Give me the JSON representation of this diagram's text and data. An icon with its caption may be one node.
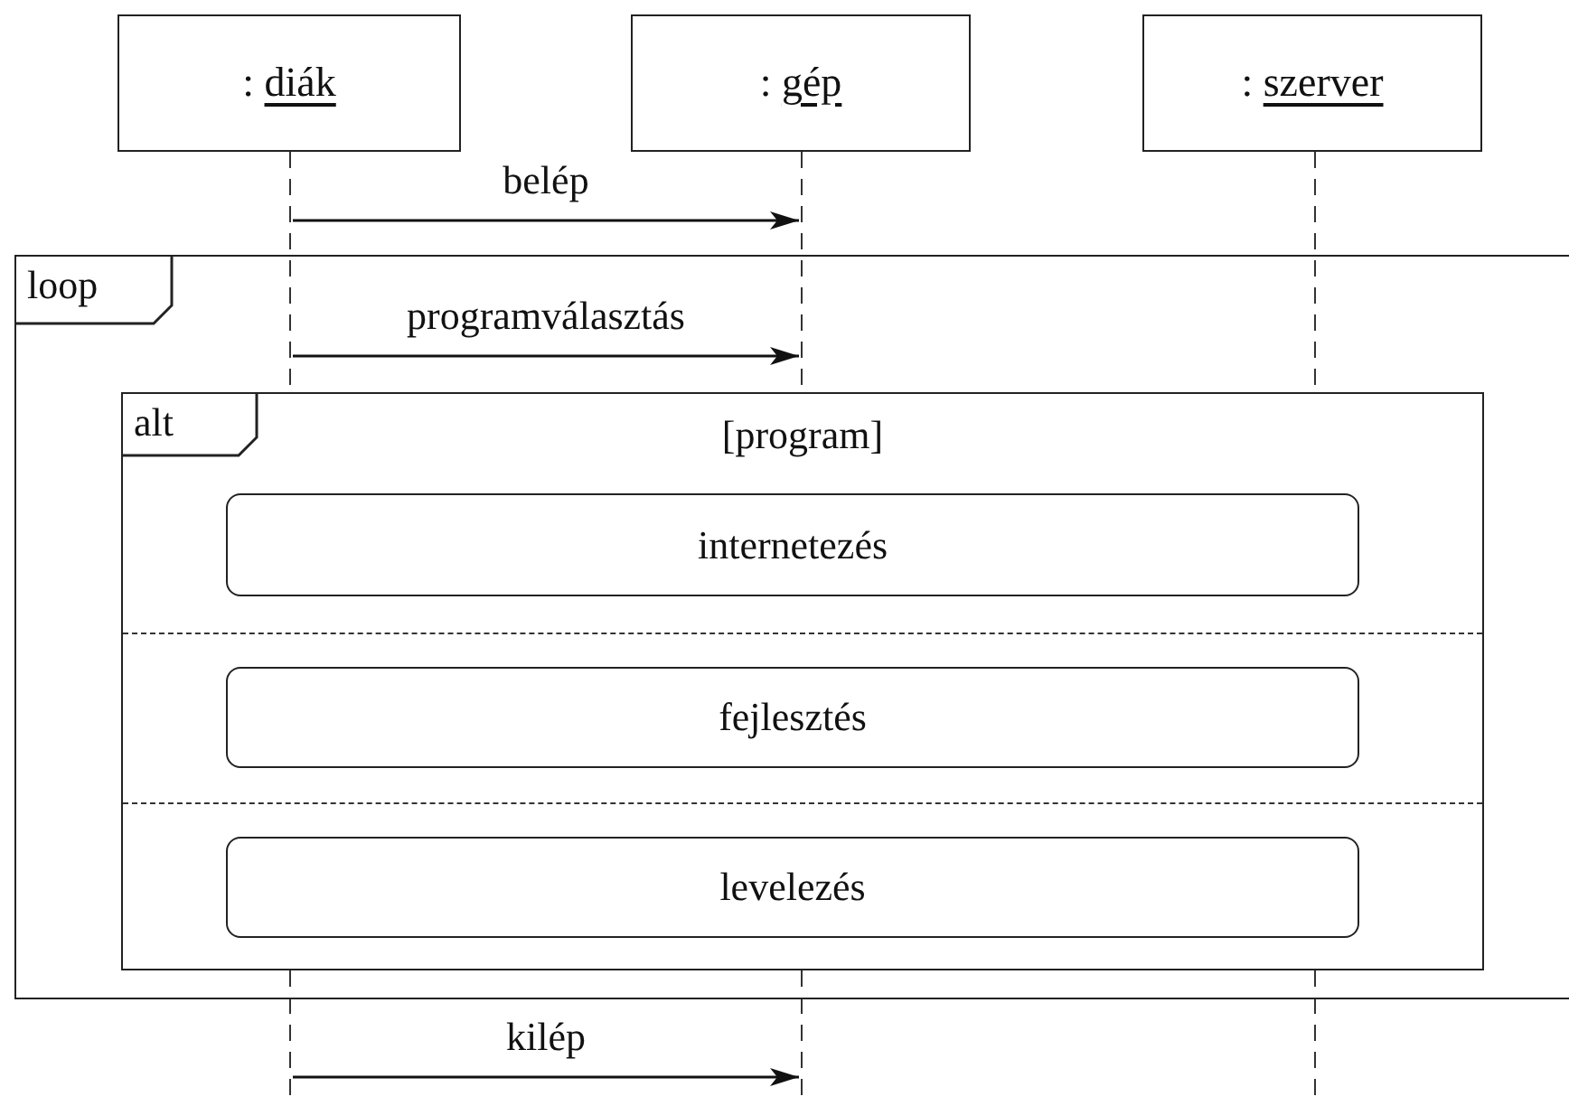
{
  "diagram": {
    "nodes": [
      {
        "text": [
          ": diák"
        ]
      },
      {
        "text": [
          ": gép"
        ]
      },
      {
        "text": [
          ": szerver"
        ]
      },
      {
        "text": [
          "loop"
        ]
      },
      {
        "text": [
          "alt",
          "[program]"
        ],
        "in": 3
      },
      {
        "text": [
          "internetezés"
        ],
        "in": 4
      },
      {
        "text": [
          "fejlesztés"
        ],
        "in": 4
      },
      {
        "text": [
          "levelezés"
        ],
        "in": 4
      },
      {
        "text": [],
        "shape": "line"
      },
      {
        "text": [],
        "shape": "line"
      },
      {
        "text": [],
        "shape": "line"
      },
      {
        "text": [],
        "shape": "line"
      },
      {
        "text": [],
        "shape": "line"
      },
      {
        "text": [],
        "shape": "line"
      }
    ],
    "edges": [
      {
        "from": 8,
        "to": 9,
        "arrow": "to",
        "label": "belép"
      },
      {
        "from": 8,
        "to": 9,
        "arrow": "to",
        "label": "programválasztás"
      },
      {
        "from": 11,
        "to": 12,
        "arrow": "to",
        "label": "kilép"
      }
    ]
  }
}
